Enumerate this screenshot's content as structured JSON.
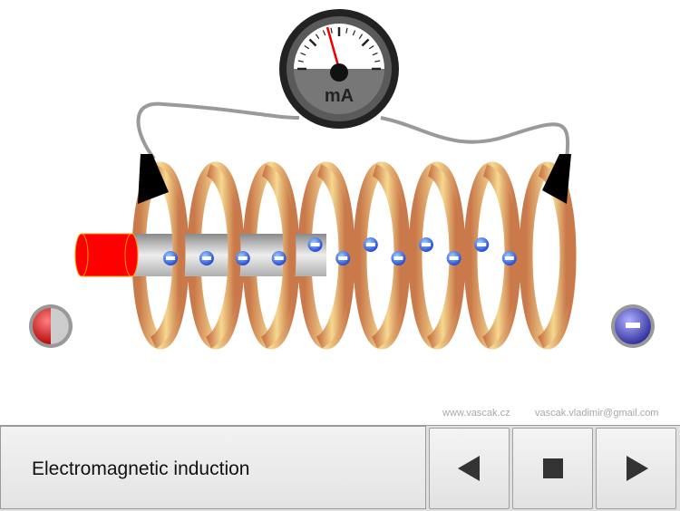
{
  "meter": {
    "unit": "mA"
  },
  "credits": {
    "website": "www.vascak.cz",
    "email": "vascak.vladimir@gmail.com"
  },
  "footer": {
    "title": "Electromagnetic induction"
  },
  "controls": [
    {
      "name": "previous-button",
      "icon": "triangle-left-icon"
    },
    {
      "name": "stop-button",
      "icon": "square-stop-icon"
    },
    {
      "name": "next-button",
      "icon": "triangle-right-icon"
    }
  ],
  "buttons": {
    "left_color": "#e01010",
    "right_color": "#4a4ad0"
  },
  "coil": {
    "turns": 8,
    "color": "#e0a060"
  },
  "magnet": {
    "north_color": "#ff0000",
    "body_color": "#c0c0c0"
  },
  "electrons": {
    "count": 12,
    "symbol": "−"
  }
}
